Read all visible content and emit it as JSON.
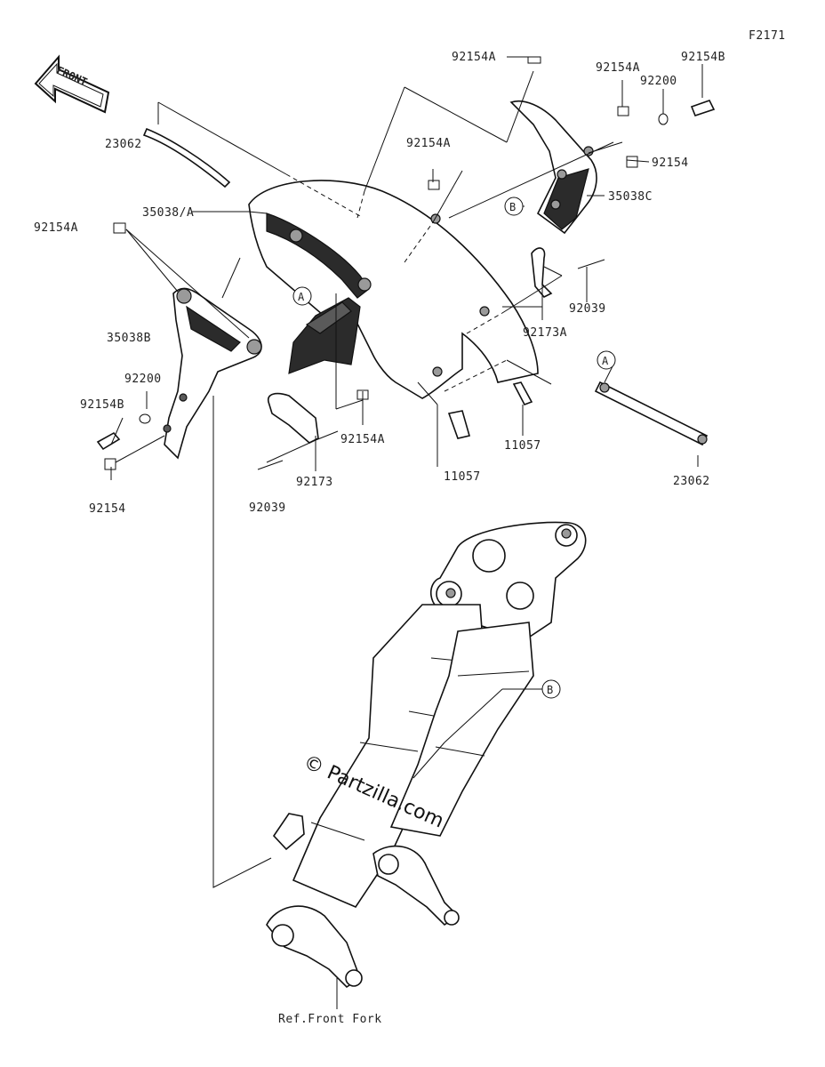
{
  "diagram_code": "F2171",
  "front_arrow": {
    "text": "FRONT",
    "icon": "front-direction-arrow"
  },
  "watermark": "© Partzilla.com",
  "reference": "Ref.Front Fork",
  "callouts": {
    "a": "A",
    "b": "B"
  },
  "parts": {
    "p23062_top": "23062",
    "p23062_right": "23062",
    "p35038a": "35038/A",
    "p35038b": "35038B",
    "p35038c": "35038C",
    "p92154a_top": "92154A",
    "p92154a_mid": "92154A",
    "p92154a_tr": "92154A",
    "p92154a_left": "92154A",
    "p92154a_low": "92154A",
    "p92154b_r": "92154B",
    "p92154b_l": "92154B",
    "p92200_r": "92200",
    "p92200_l": "92200",
    "p92154_r": "92154",
    "p92154_l": "92154",
    "p92039_r": "92039",
    "p92039_l": "92039",
    "p92173a": "92173A",
    "p92173": "92173",
    "p11057_r": "11057",
    "p11057_m": "11057"
  }
}
